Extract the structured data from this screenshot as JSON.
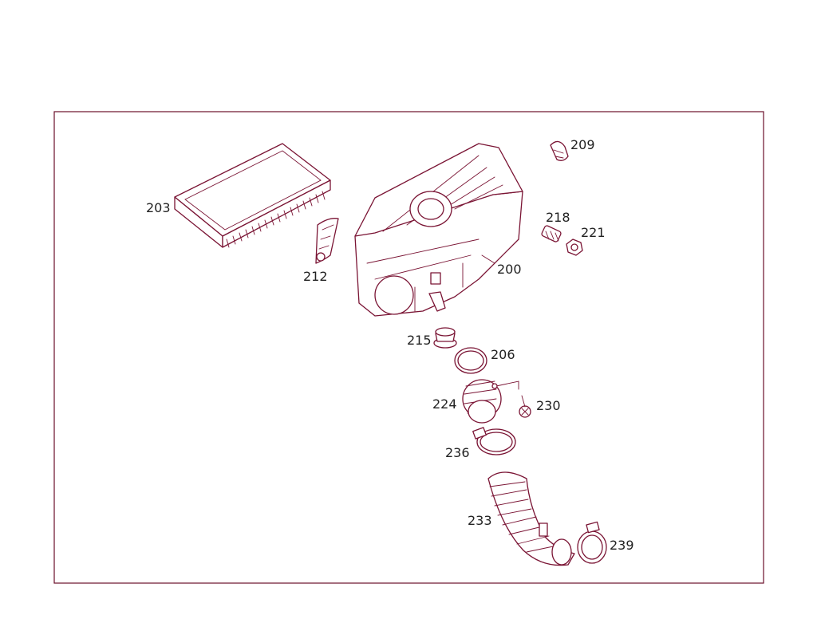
{
  "diagram": {
    "line_color": "#7a1434",
    "parts": [
      {
        "id": "p203",
        "label": "203",
        "icon": "air-filter-element-icon"
      },
      {
        "id": "p209",
        "label": "209",
        "icon": "clip-icon"
      },
      {
        "id": "p218",
        "label": "218",
        "icon": "sensor-icon"
      },
      {
        "id": "p221",
        "label": "221",
        "icon": "nut-icon"
      },
      {
        "id": "p212",
        "label": "212",
        "icon": "retaining-clip-icon"
      },
      {
        "id": "p200",
        "label": "200",
        "icon": "air-filter-housing-icon"
      },
      {
        "id": "p215",
        "label": "215",
        "icon": "grommet-icon"
      },
      {
        "id": "p206",
        "label": "206",
        "icon": "o-ring-icon"
      },
      {
        "id": "p224",
        "label": "224",
        "icon": "air-mass-sensor-icon"
      },
      {
        "id": "p230",
        "label": "230",
        "icon": "screw-icon"
      },
      {
        "id": "p236",
        "label": "236",
        "icon": "hose-clamp-icon"
      },
      {
        "id": "p233",
        "label": "233",
        "icon": "intake-hose-icon"
      },
      {
        "id": "p239",
        "label": "239",
        "icon": "hose-clamp-icon"
      }
    ]
  }
}
